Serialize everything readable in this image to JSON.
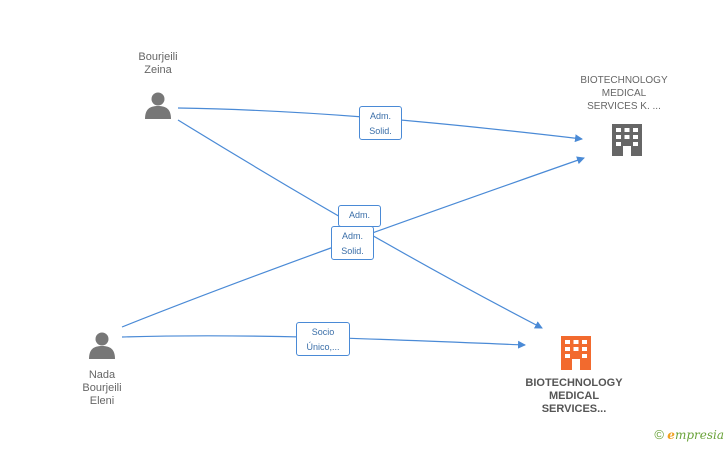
{
  "people": [
    {
      "id": "bourjeili-zeina",
      "name": "Bourjeili\nZeina"
    },
    {
      "id": "nada-bourjeili-eleni",
      "name": "Nada\nBourjeili\nEleni"
    }
  ],
  "companies": [
    {
      "id": "company-k",
      "name": "BIOTECHNOLOGY\nMEDICAL\nSERVICES K. ...",
      "icon": "building-icon",
      "color": "#666666"
    },
    {
      "id": "company-main",
      "name": "BIOTECHNOLOGY\nMEDICAL\nSERVICES...",
      "icon": "building-icon",
      "color": "#f26a2e"
    }
  ],
  "edges": [
    {
      "from": "bourjeili-zeina",
      "to": "company-k",
      "label": "Adm.\nSolid."
    },
    {
      "from": "bourjeili-zeina",
      "to": "company-main",
      "label": "Adm."
    },
    {
      "from": "nada-bourjeili-eleni",
      "to": "company-k",
      "label": "Adm.\nSolid."
    },
    {
      "from": "nada-bourjeili-eleni",
      "to": "company-main",
      "label": "Socio\nÚnico,..."
    }
  ],
  "footer": {
    "copyright": "©",
    "brand_initial": "e",
    "brand_rest": "mpresia"
  },
  "colors": {
    "edge": "#4a8ad6",
    "person": "#777777",
    "company_primary": "#f26a2e",
    "company_secondary": "#666666",
    "brand": "#6aa33a"
  }
}
